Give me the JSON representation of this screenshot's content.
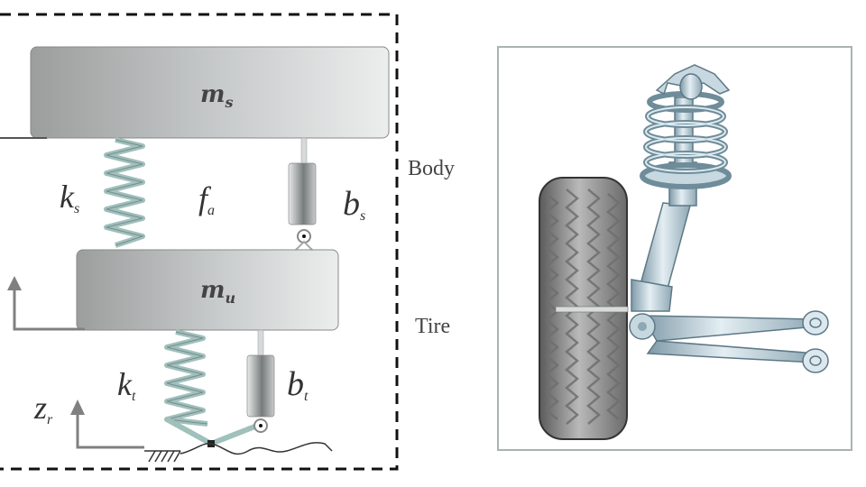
{
  "diagram": {
    "title": "Quarter-car suspension model and strut suspension illustration",
    "quarter_car_model": {
      "sprung_mass": {
        "symbol": "m",
        "subscript": "s"
      },
      "unsprung_mass": {
        "symbol": "m",
        "subscript": "u"
      },
      "suspension_spring": {
        "symbol": "k",
        "subscript": "s"
      },
      "actuator_force": {
        "symbol": "f",
        "subscript": "a"
      },
      "suspension_damper": {
        "symbol": "b",
        "subscript": "s"
      },
      "tire_spring": {
        "symbol": "k",
        "subscript": "t"
      },
      "tire_damper": {
        "symbol": "b",
        "subscript": "t"
      },
      "road_input": {
        "symbol": "z",
        "subscript": "r"
      }
    },
    "side_labels": {
      "body": "Body",
      "tire": "Tire"
    },
    "illustration": {
      "name": "MacPherson strut with wheel and control arm"
    },
    "colors": {
      "mass_fill": "#c9cccc",
      "spring": "#9fc0bb",
      "damper": "#a9adad",
      "arrow": "#808080",
      "dashed_border": "#111111",
      "strut_metal": "#b8cdd8",
      "tire": "#6d6d6d"
    }
  }
}
